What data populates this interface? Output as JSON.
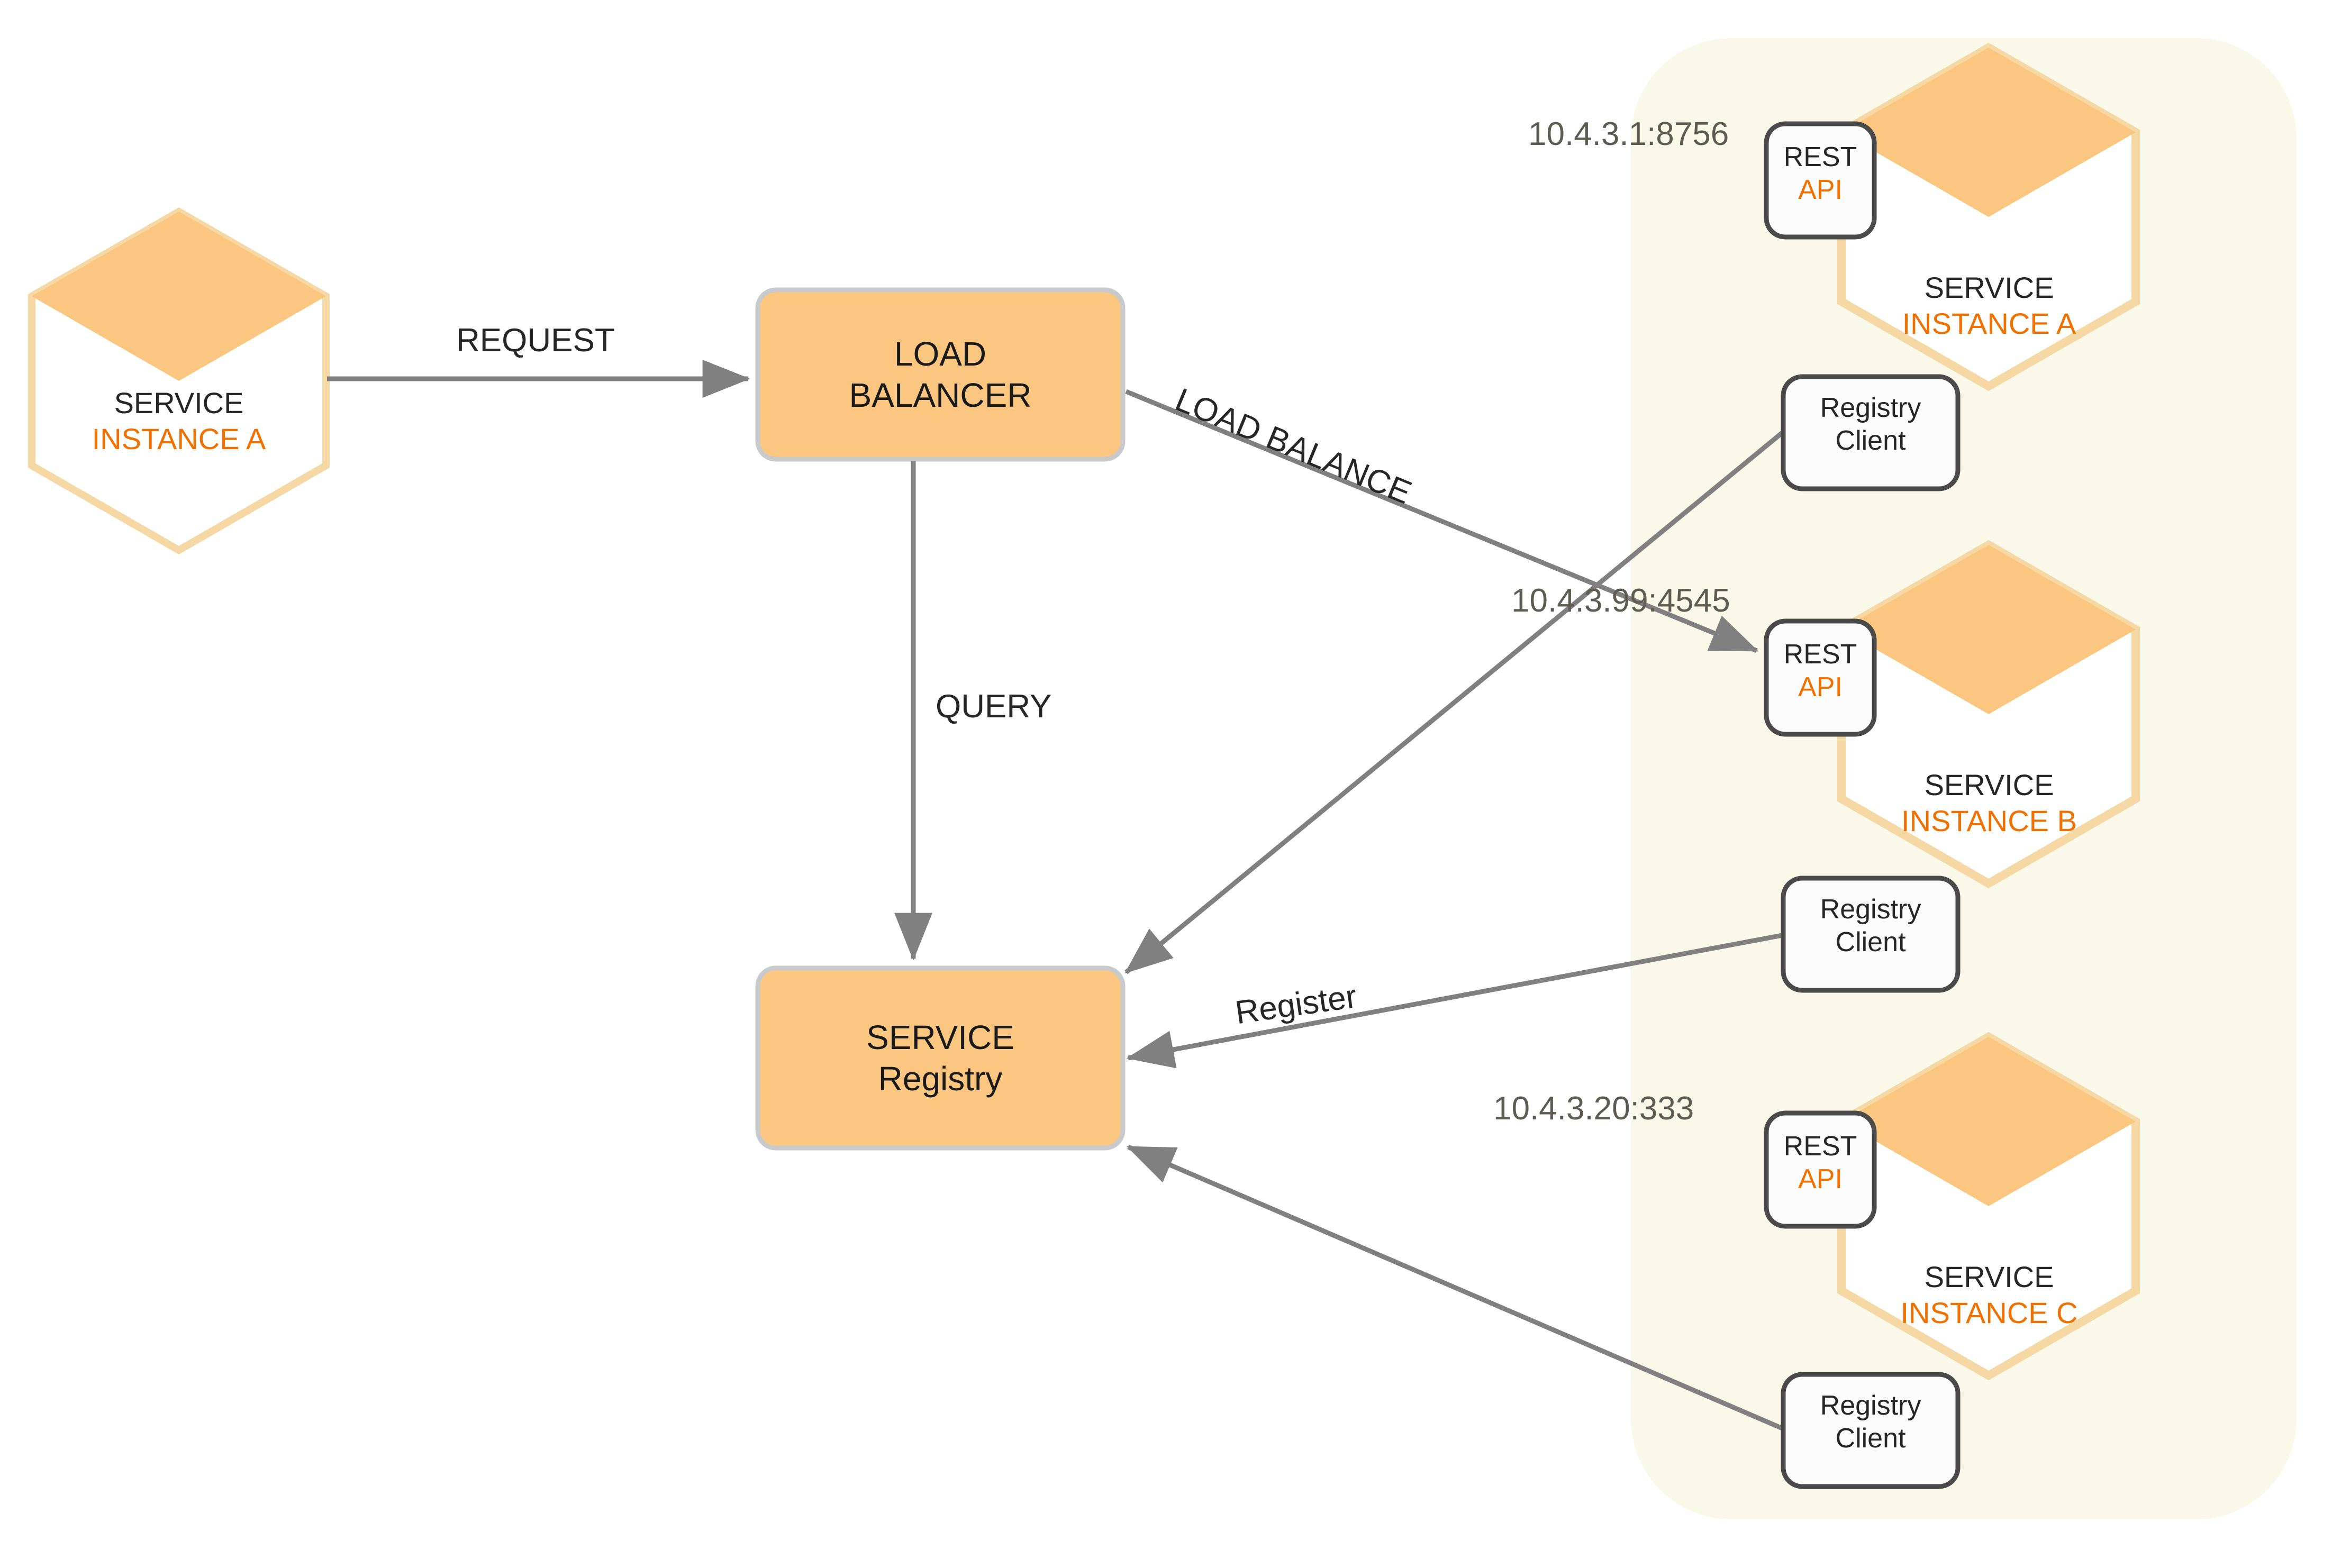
{
  "colors": {
    "orange_fill": "#FBC67F",
    "orange_text": "#F07000",
    "orange_outline": "#F6D8A4",
    "panel_bg": "#FAF8E9",
    "box_border": "#C9CACB",
    "card_border": "#4A4A4A",
    "arrow": "#808080",
    "dark_text": "#262626",
    "ip_text": "#5E5B52",
    "white": "#FFFFFF"
  },
  "client": {
    "name": "service-instance-a-client",
    "line1": "SERVICE",
    "line2": "INSTANCE A"
  },
  "load_balancer": {
    "line1": "LOAD",
    "line2": "BALANCER"
  },
  "service_registry": {
    "line1": "SERVICE",
    "line2": "Registry"
  },
  "edges": [
    {
      "id": "request",
      "label": "REQUEST",
      "from": "service-instance-a-client",
      "to": "load-balancer"
    },
    {
      "id": "load-balance",
      "label": "LOAD BALANCE",
      "from": "load-balancer",
      "to": "service-instance-a"
    },
    {
      "id": "query",
      "label": "QUERY",
      "from": "load-balancer",
      "to": "service-registry"
    },
    {
      "id": "register",
      "label": "Register",
      "from": "registry-clients",
      "to": "service-registry"
    }
  ],
  "panel": {
    "instances": [
      {
        "id": "instance-a",
        "address": "10.4.3.1:8756",
        "rest_api": {
          "line1": "REST",
          "line2": "API"
        },
        "registry_client": {
          "line1": "Registry",
          "line2": "Client"
        },
        "service": {
          "line1": "SERVICE",
          "line2": "INSTANCE A"
        }
      },
      {
        "id": "instance-b",
        "address": "10.4.3.99:4545",
        "rest_api": {
          "line1": "REST",
          "line2": "API"
        },
        "registry_client": {
          "line1": "Registry",
          "line2": "Client"
        },
        "service": {
          "line1": "SERVICE",
          "line2": "INSTANCE B"
        }
      },
      {
        "id": "instance-c",
        "address": "10.4.3.20:333",
        "rest_api": {
          "line1": "REST",
          "line2": "API"
        },
        "registry_client": {
          "line1": "Registry",
          "line2": "Client"
        },
        "service": {
          "line1": "SERVICE",
          "line2": "INSTANCE C"
        }
      }
    ]
  }
}
